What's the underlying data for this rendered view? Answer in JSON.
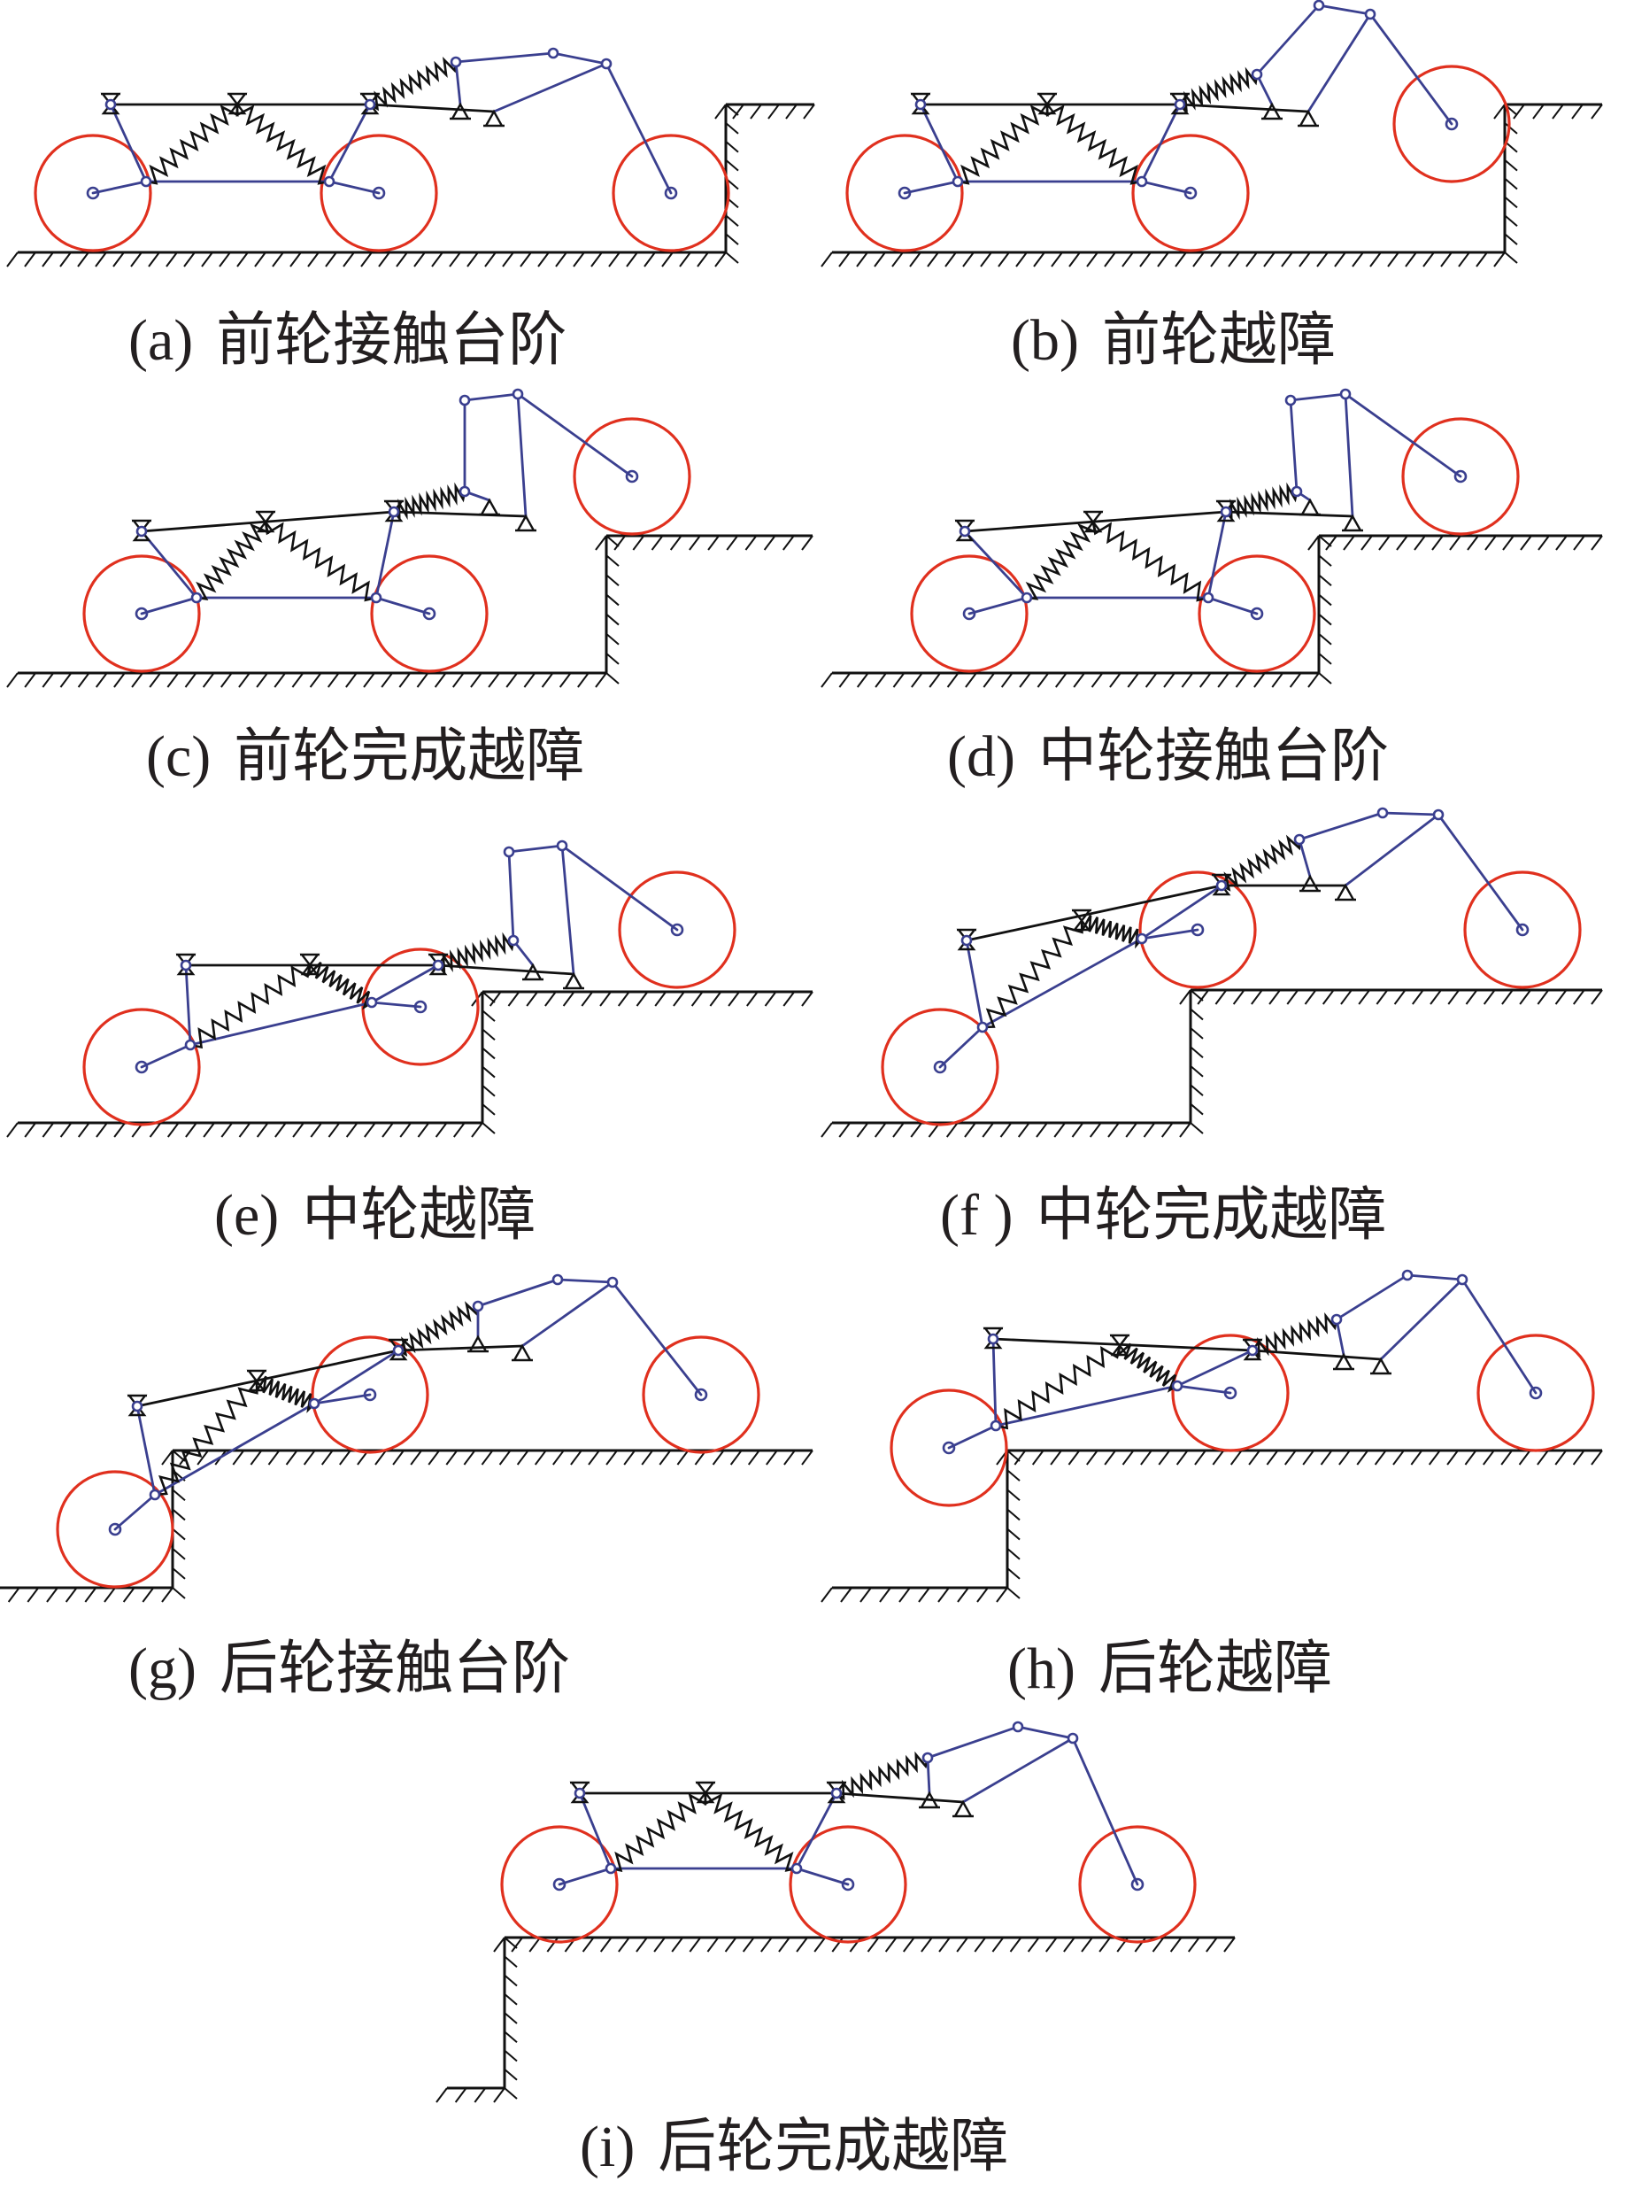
{
  "figure": {
    "colors": {
      "wheel": "#e0301e",
      "linkage": "#3a3f8f",
      "frame": "#111111",
      "ground": "#111111",
      "text": "#231f20"
    },
    "panels": [
      {
        "id": "a",
        "label": "(a)",
        "caption": "前轮接触台阶"
      },
      {
        "id": "b",
        "label": "(b)",
        "caption": "前轮越障"
      },
      {
        "id": "c",
        "label": "(c)",
        "caption": "前轮完成越障"
      },
      {
        "id": "d",
        "label": "(d)",
        "caption": "中轮接触台阶"
      },
      {
        "id": "e",
        "label": "(e)",
        "caption": "中轮越障"
      },
      {
        "id": "f",
        "label": "(f )",
        "caption": "中轮完成越障"
      },
      {
        "id": "g",
        "label": "(g)",
        "caption": "后轮接触台阶"
      },
      {
        "id": "h",
        "label": "(h)",
        "caption": "后轮越障"
      },
      {
        "id": "i",
        "label": "(i)",
        "caption": "后轮完成越障"
      }
    ]
  }
}
